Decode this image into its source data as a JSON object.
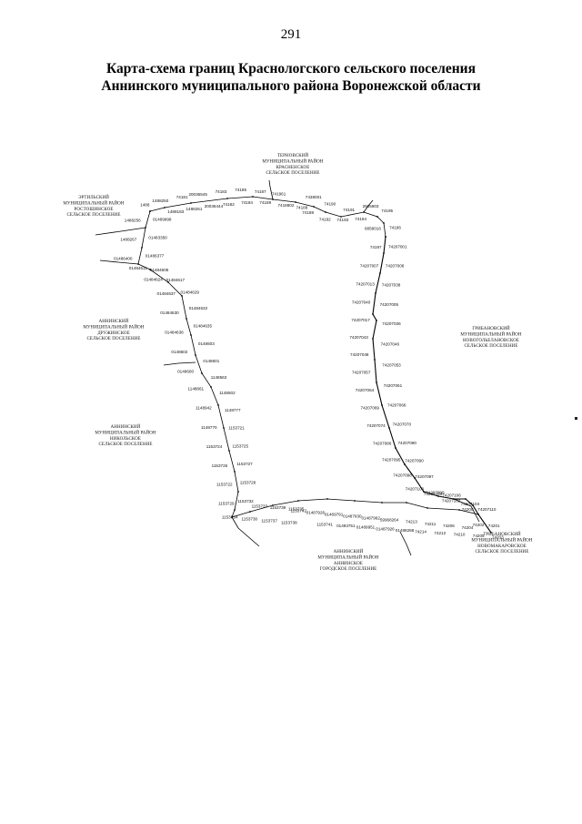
{
  "page_number": "291",
  "title": {
    "line1": "Карта-схема границ Краснологского сельского поселения",
    "line2": "Аннинского муниципального района Воронежской области"
  },
  "neighbors": [
    [
      "ТЕРНОВСКИЙ",
      "МУНИЦИПАЛЬНЫЙ РАЙОН",
      "КРАСНЕНСКОЕ",
      "СЕЛЬСКОЕ ПОСЕЛЕНИЕ"
    ],
    [
      "ЭРТИЛЬСКИЙ",
      "МУНИЦИПАЛЬНЫЙ РАЙОН",
      "РОСТОШИНСКОЕ",
      "СЕЛЬСКОЕ ПОСЕЛЕНИЕ"
    ],
    [
      "АННИНСКИЙ",
      "МУНИЦИПАЛЬНЫЙ РАЙОН",
      "ДРУЖИНСКОЕ",
      "СЕЛЬСКОЕ ПОСЕЛЕНИЕ"
    ],
    [
      "ГРИБАНОВСКИЙ",
      "МУНИЦИПАЛЬНЫЙ РАЙОН",
      "НОВОГОЛЬЕЛАНОВСКОЕ",
      "СЕЛЬСКОЕ ПОСЕЛЕНИЕ"
    ],
    [
      "АННИНСКИЙ",
      "МУНИЦИПАЛЬНЫЙ РАЙОН",
      "НИКОЛЬСКОЕ",
      "СЕЛЬСКОЕ ПОСЕЛЕНИЕ"
    ],
    [
      "АННИНСКИЙ",
      "МУНИЦИПАЛЬНЫЙ РАЙОН",
      "АННИНСКОЕ",
      "ГОРОДСКОЕ ПОСЕЛЕНИЕ"
    ],
    [
      "ГРИБАНОВСКИЙ",
      "МУНИЦИПАЛЬНЫЙ РАЙОН",
      "НОВОМАКАРОВСКОЕ",
      "СЕЛЬСКОЕ ПОСЕЛЕНИЕ"
    ]
  ],
  "points": [
    "1488",
    "1488183",
    "1488250",
    "1488261",
    "74181",
    "20036444",
    "20036545",
    "74182",
    "74183",
    "74184",
    "74185",
    "74189",
    "74187",
    "7418802",
    "741961",
    "74188",
    "7438001",
    "74188",
    "74190",
    "74192",
    "74191",
    "74193",
    "2935803",
    "74194",
    "74195",
    "6858016",
    "74196",
    "74197",
    "74207001",
    "74207007",
    "74207008",
    "74207013",
    "74207038",
    "74207040",
    "74207005",
    "74207017",
    "74207036",
    "74207043",
    "74207046",
    "74207048",
    "74207053",
    "74207057",
    "74207061",
    "74207064",
    "74207066",
    "74207069",
    "74207070",
    "74207074",
    "74207080",
    "74207086",
    "74207090",
    "74207095",
    "74207097",
    "74207098",
    "74207099",
    "74207100",
    "74207102",
    "74207103",
    "74207104",
    "74207106",
    "74207110",
    "74200",
    "74201",
    "74202",
    "74203",
    "74204",
    "74205",
    "74206",
    "74210",
    "74211",
    "74212",
    "74213",
    "74214",
    "59968264",
    "01488268",
    "01487962",
    "01487926",
    "01487930",
    "01489951",
    "01469791",
    "01493751",
    "01487926",
    "1153741",
    "1153742",
    "1153738",
    "1153735",
    "1153737",
    "1153739",
    "1153730",
    "1153733",
    "1153734",
    "1153732",
    "1153729",
    "1153728",
    "1153722",
    "1153727",
    "1153726",
    "1153725",
    "1153724",
    "1153721",
    "1148770",
    "1148777",
    "1148942",
    "1148502",
    "1148861",
    "1148563",
    "0148600",
    "0148601",
    "0148602",
    "0148603",
    "01484638",
    "01484635",
    "01484630",
    "01484632",
    "01484637",
    "01484629",
    "01484624",
    "01484617",
    "01484611",
    "01484605",
    "01486400",
    "01486377",
    "1488267",
    "01483350",
    "1488256",
    "01489998"
  ]
}
